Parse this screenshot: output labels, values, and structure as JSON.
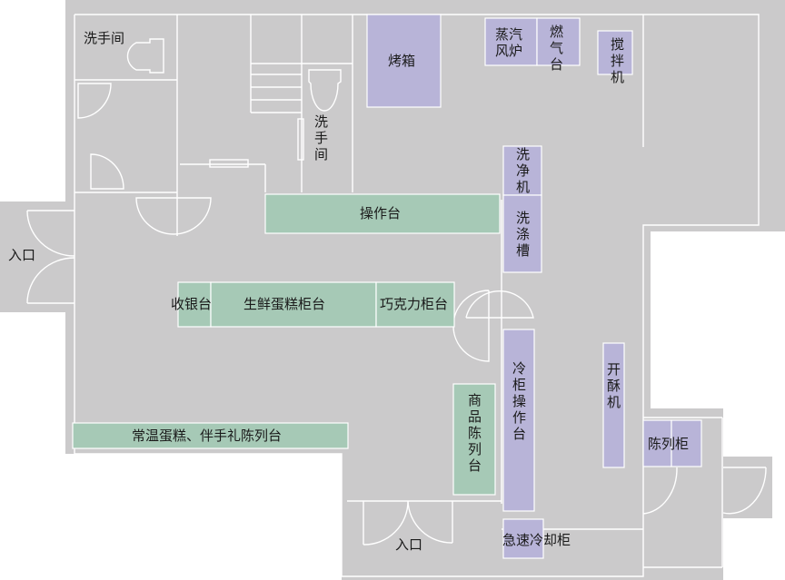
{
  "colors": {
    "floor": "#cbcacb",
    "wall_line": "#ffffff",
    "background": "#ffffff",
    "display_counter": "#a6c9b6",
    "kitchen_equipment": "#b8b4d8",
    "text": "#1a1a1a"
  },
  "rooms": {
    "restroom_1": "洗手间",
    "restroom_2": "洗手间",
    "entrance_left": "入口",
    "entrance_bottom": "入口"
  },
  "kitchen_equipment": {
    "oven": "烤箱",
    "steam_oven": "蒸汽风炉",
    "gas_stove": "燃气台",
    "mixer": "搅拌机",
    "dishwasher": "洗净机",
    "sink": "洗涤槽",
    "fridge_workbench": "冷柜操作台",
    "dough_sheeter": "开酥机",
    "display_cabinet": "陈列柜",
    "blast_chiller": "急速冷却柜"
  },
  "counters": {
    "workbench": "操作台",
    "cashier": "收银台",
    "fresh_cake_counter": "生鲜蛋糕柜台",
    "chocolate_counter": "巧克力柜台",
    "ambient_cake_gift_display": "常温蛋糕、伴手礼陈列台",
    "merchandise_display": "商品陈列台"
  }
}
